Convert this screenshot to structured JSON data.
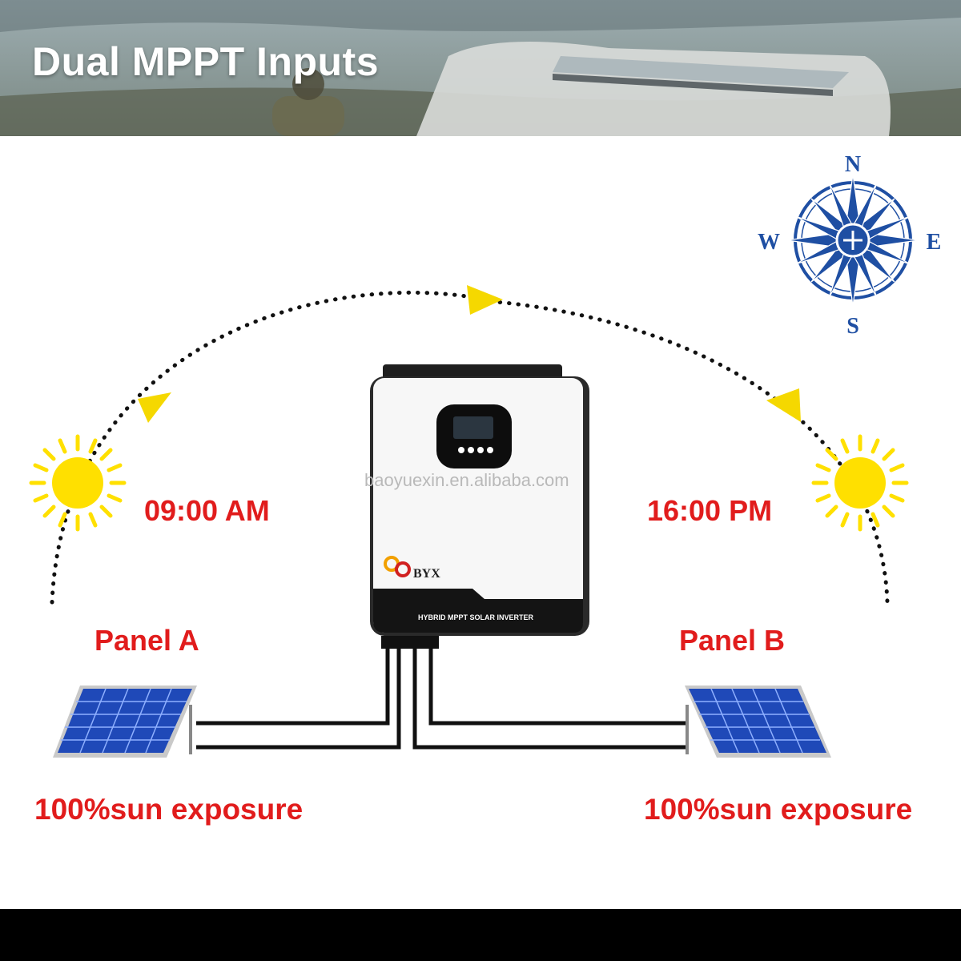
{
  "banner": {
    "title": "Dual MPPT Inputs"
  },
  "compass": {
    "n": "N",
    "s": "S",
    "e": "E",
    "w": "W"
  },
  "schedule": {
    "morning": "09:00 AM",
    "afternoon": "16:00 PM"
  },
  "panels": {
    "a": {
      "name": "Panel A",
      "exposure": "100%sun exposure"
    },
    "b": {
      "name": "Panel B",
      "exposure": "100%sun exposure"
    }
  },
  "inverter": {
    "brand": "BYX",
    "model_label": "HYBRID MPPT SOLAR INVERTER"
  },
  "watermark": "baoyuexin.en.alibaba.com",
  "colors": {
    "accent_red": "#e11c1c",
    "compass_blue": "#1f4fa3",
    "sun_yellow": "#ffe000",
    "arrow_yellow": "#f5d800"
  }
}
